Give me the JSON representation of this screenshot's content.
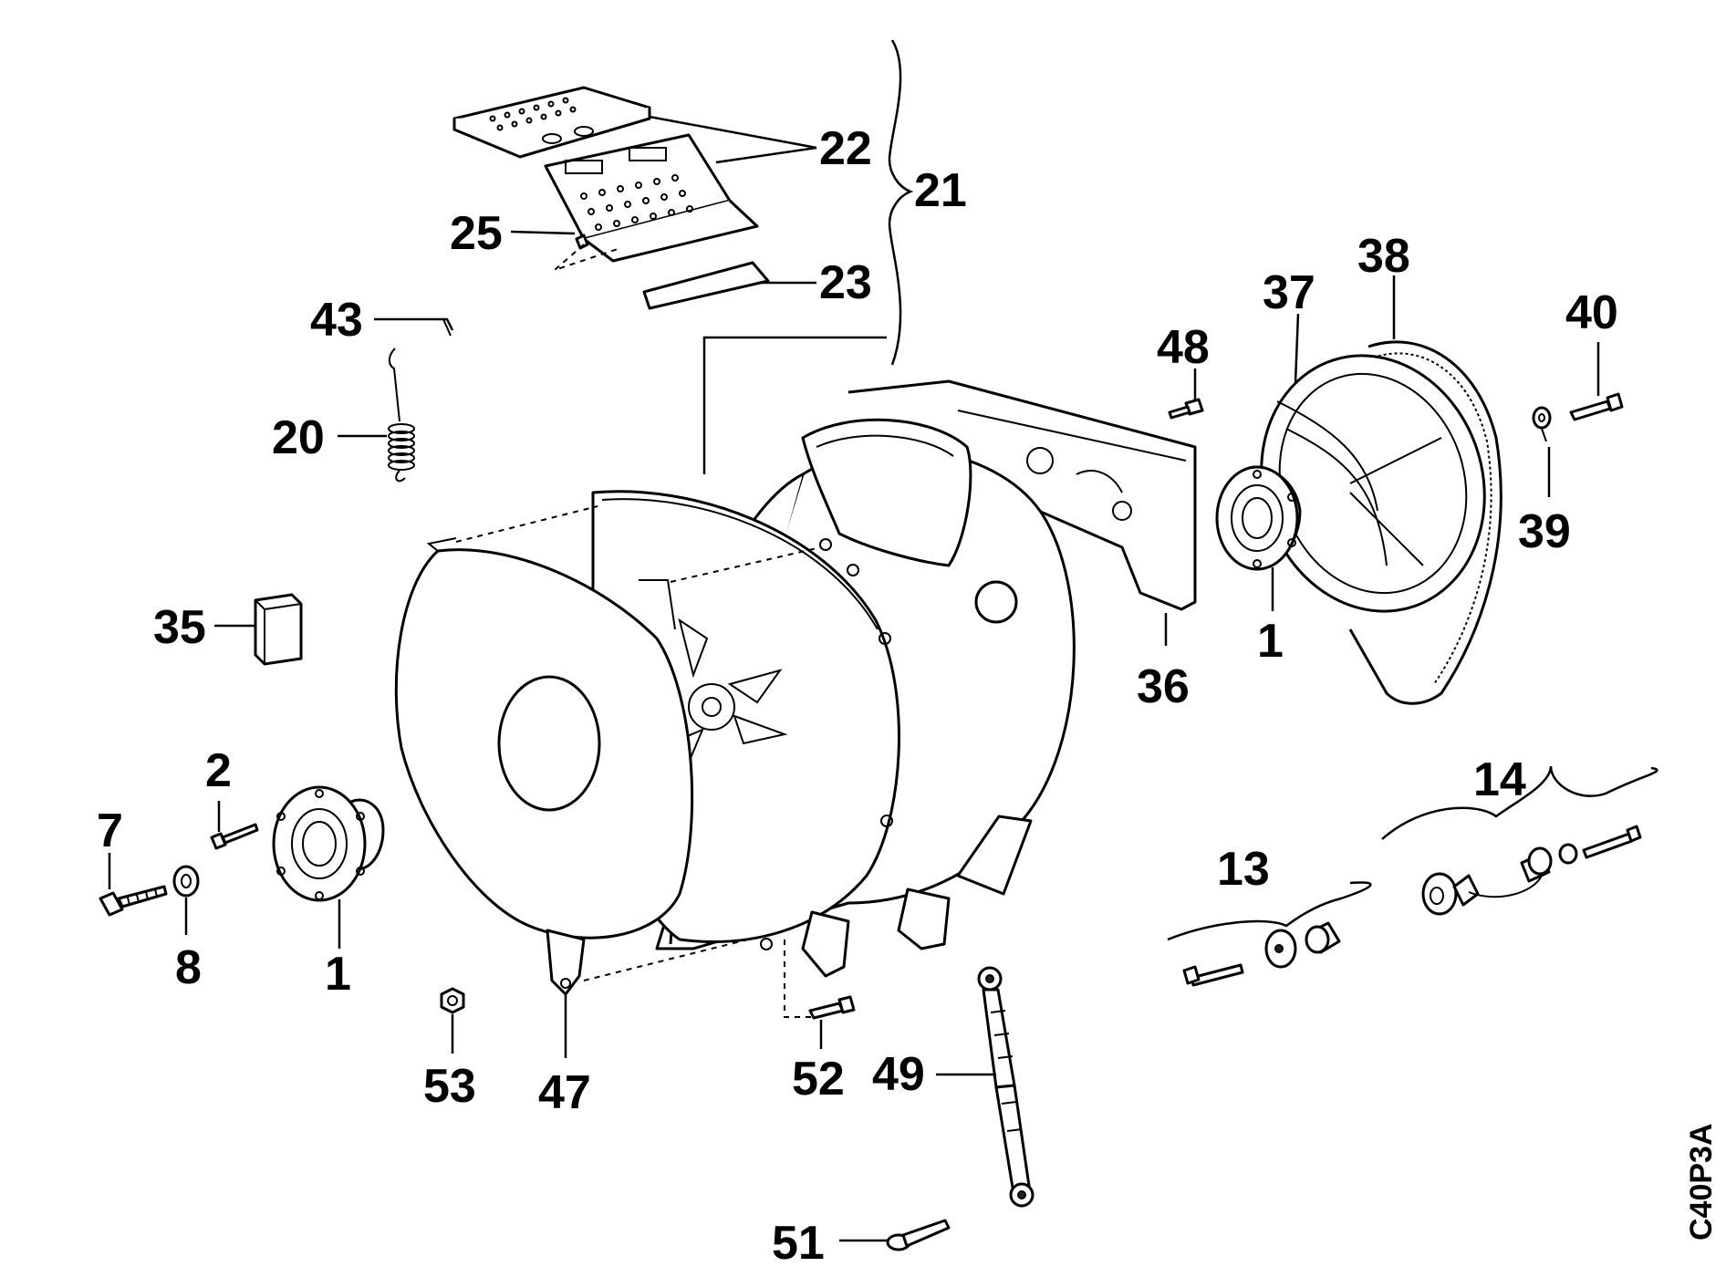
{
  "drawing_code": "C40P3A",
  "labels": {
    "l1a": "1",
    "l1b": "1",
    "l2": "2",
    "l7": "7",
    "l8": "8",
    "l13": "13",
    "l14": "14",
    "l20": "20",
    "l21": "21",
    "l22": "22",
    "l23": "23",
    "l25": "25",
    "l35": "35",
    "l36": "36",
    "l37": "37",
    "l38": "38",
    "l39": "39",
    "l40": "40",
    "l43": "43",
    "l47": "47",
    "l48": "48",
    "l49": "49",
    "l51": "51",
    "l52": "52",
    "l53": "53"
  }
}
